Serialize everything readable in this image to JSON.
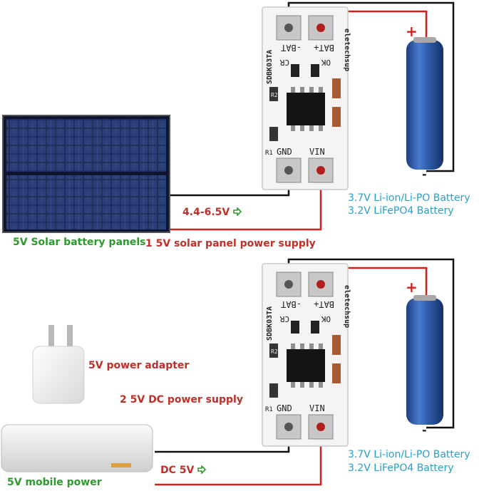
{
  "colors": {
    "label_green": "#2e9a2e",
    "label_red": "#c0302a",
    "label_blue": "#2aa0c8",
    "wire_black": "#111111",
    "wire_red": "#d42020",
    "battery_blue": "#2d5aa8",
    "pcb_white": "#f4f4f4"
  },
  "module": {
    "model": "SDBK03TA",
    "brand": "eletechsup",
    "pin_bat_neg": "-BAT",
    "pin_bat_pos": "BAT+",
    "led_cr": "CR",
    "led_ok": "OK",
    "pin_gnd": "GND",
    "pin_vin": "VIN",
    "r1": "R1",
    "r2": "R2"
  },
  "battery": {
    "plus": "+",
    "minus": "-"
  },
  "top": {
    "source_label": "5V Solar battery panels",
    "voltage_label": "4.4-6.5V",
    "title": "1 5V solar panel power supply",
    "battery_line1": "3.7V Li-ion/Li-PO Battery",
    "battery_line2": "3.2V LiFePO4 Battery"
  },
  "bottom": {
    "adapter_label": "5V power adapter",
    "title": "2 5V DC power supply",
    "source_label": "5V mobile power",
    "voltage_label": "DC 5V",
    "battery_line1": "3.7V Li-ion/Li-PO Battery",
    "battery_line2": "3.2V LiFePO4 Battery"
  }
}
